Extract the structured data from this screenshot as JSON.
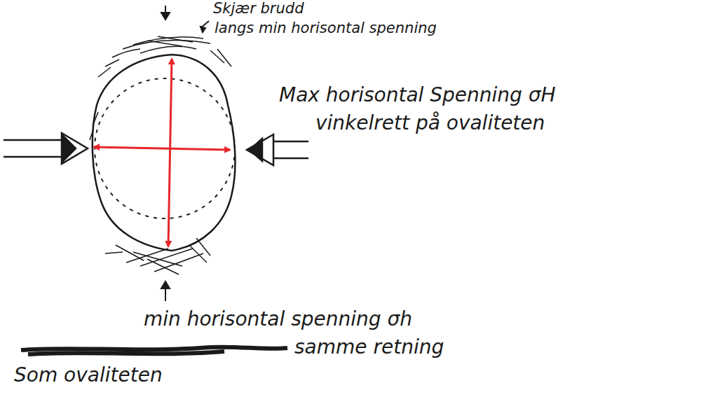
{
  "diagram": {
    "labels": [
      "Skjær brudd",
      "langs min horisontal spenning",
      "Max horisontal Spenning σH",
      "vinkelrett på ovaliteten",
      "min horisontal spenning σh",
      "samme retning",
      "Som ovaliteten"
    ]
  }
}
